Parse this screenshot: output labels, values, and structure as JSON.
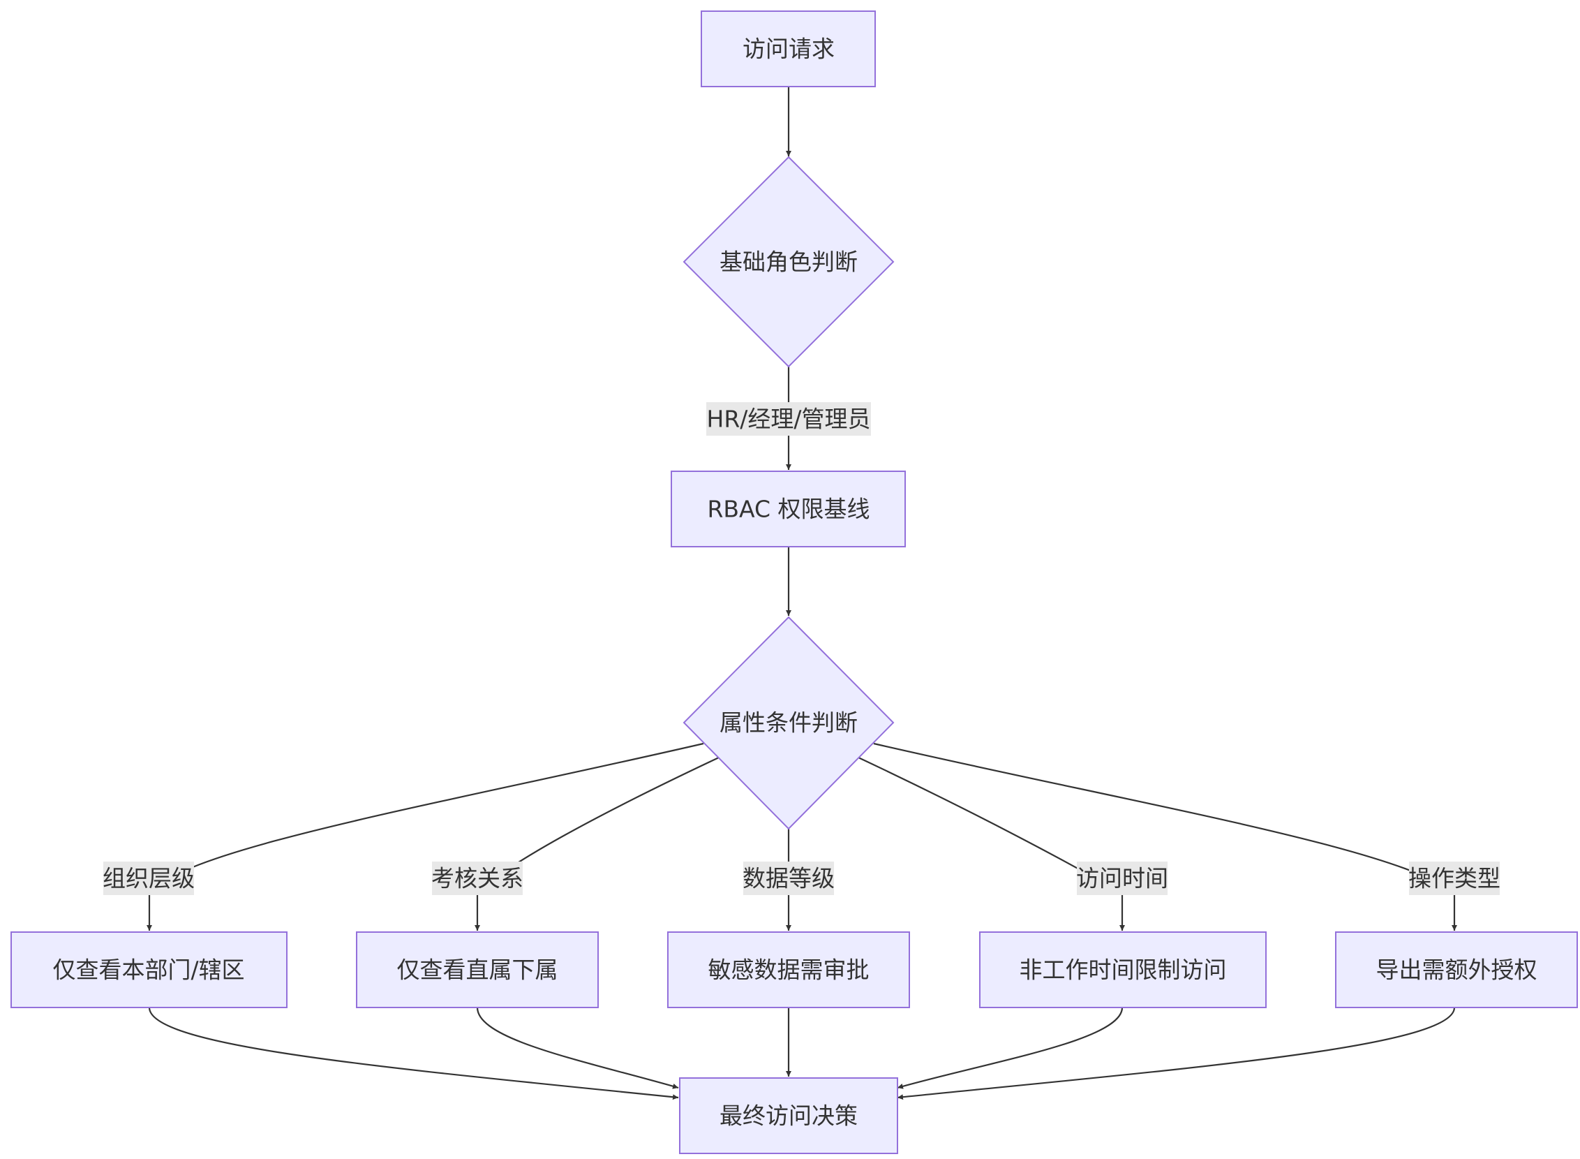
{
  "diagram": {
    "nodes": {
      "access_request": "访问请求",
      "role_decision": "基础角色判断",
      "rbac_baseline": "RBAC 权限基线",
      "attribute_decision": "属性条件判断",
      "dept_scope": "仅查看本部门/辖区",
      "direct_reports": "仅查看直属下属",
      "sensitive_approval": "敏感数据需审批",
      "off_hours_limit": "非工作时间限制访问",
      "export_auth": "导出需额外授权",
      "final_decision": "最终访问决策"
    },
    "edge_labels": {
      "role_to_rbac": "HR/经理/管理员",
      "org_level": "组织层级",
      "review_relation": "考核关系",
      "data_level": "数据等级",
      "access_time": "访问时间",
      "operation_type": "操作类型"
    },
    "colors": {
      "node_fill": "#ECECFF",
      "node_stroke": "#9370DB",
      "edge": "#333333",
      "label_bg": "#e8e8e8"
    }
  }
}
